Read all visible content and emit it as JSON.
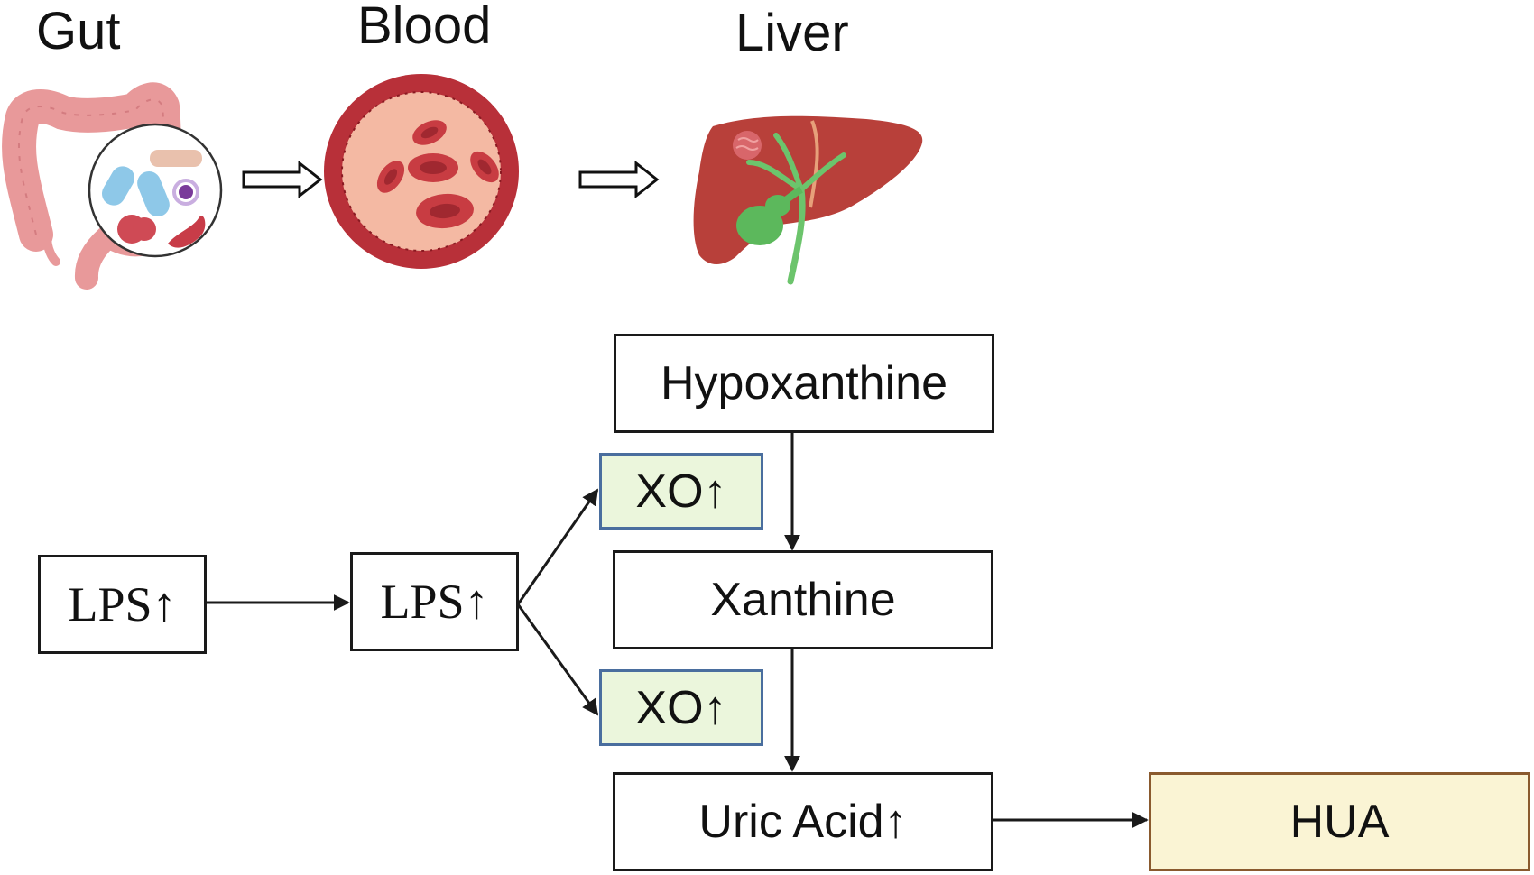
{
  "panel": {
    "stages": [
      {
        "label": "Gut",
        "icon": "colon-microbiota-icon"
      },
      {
        "label": "Blood",
        "icon": "blood-vessel-cross-section-icon"
      },
      {
        "label": "Liver",
        "icon": "liver-gallbladder-icon"
      }
    ]
  },
  "flow": {
    "lps_gut": "LPS↑",
    "lps_blood": "LPS↑",
    "hypoxanthine": "Hypoxanthine",
    "xo_upper": "XO↑",
    "xanthine": "Xanthine",
    "xo_lower": "XO↑",
    "uric_acid": "Uric Acid↑",
    "hua": "HUA"
  },
  "colors": {
    "xo_border": "#4a6e9e",
    "xo_fill": "#ebf6dc",
    "hua_border": "#8a5a2e",
    "hua_fill": "#faf4d4",
    "gut": "#e8999a",
    "blood": "#c8343c",
    "liver": "#b8403a",
    "gallbladder": "#5cb85c"
  }
}
